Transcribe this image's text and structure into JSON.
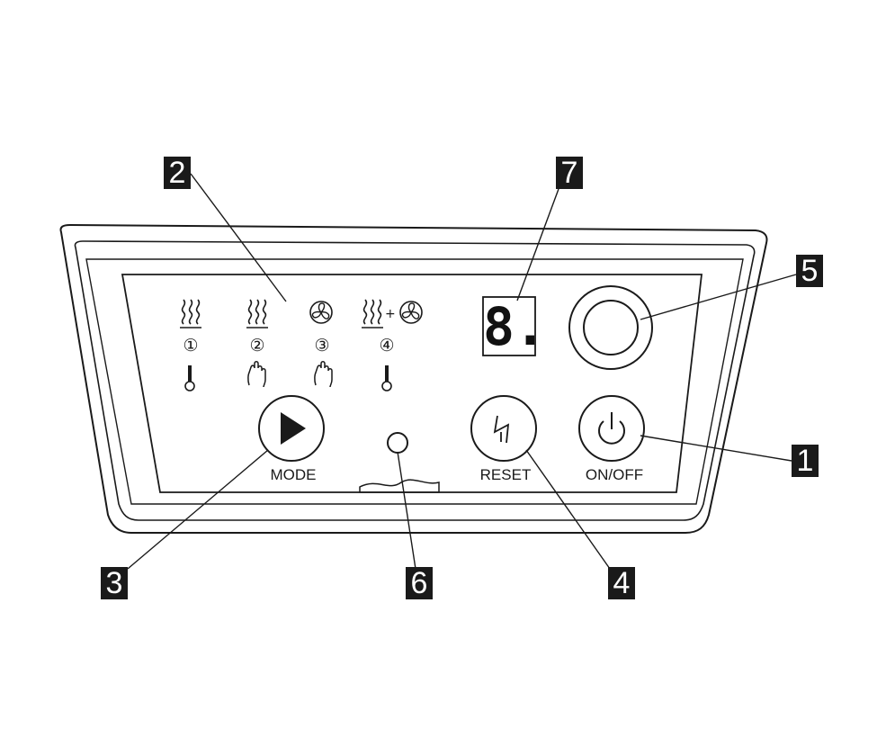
{
  "callouts": [
    "1",
    "2",
    "3",
    "4",
    "5",
    "6",
    "7"
  ],
  "buttons": {
    "mode_label": "MODE",
    "reset_label": "RESET",
    "onoff_label": "ON/OFF"
  },
  "modes": [
    "①",
    "②",
    "③",
    "④"
  ],
  "display": {
    "digit": "8."
  },
  "icons": {
    "mode1": [
      "heat-waves-icon",
      "thermometer-icon"
    ],
    "mode2": [
      "heat-waves-icon",
      "hand-icon"
    ],
    "mode3": [
      "fan-icon",
      "hand-icon"
    ],
    "mode4": [
      "heat-waves-icon",
      "fan-icon",
      "thermometer-icon"
    ],
    "mode_button": "play-icon",
    "reset_button": "reset-icon",
    "onoff_button": "power-icon"
  }
}
